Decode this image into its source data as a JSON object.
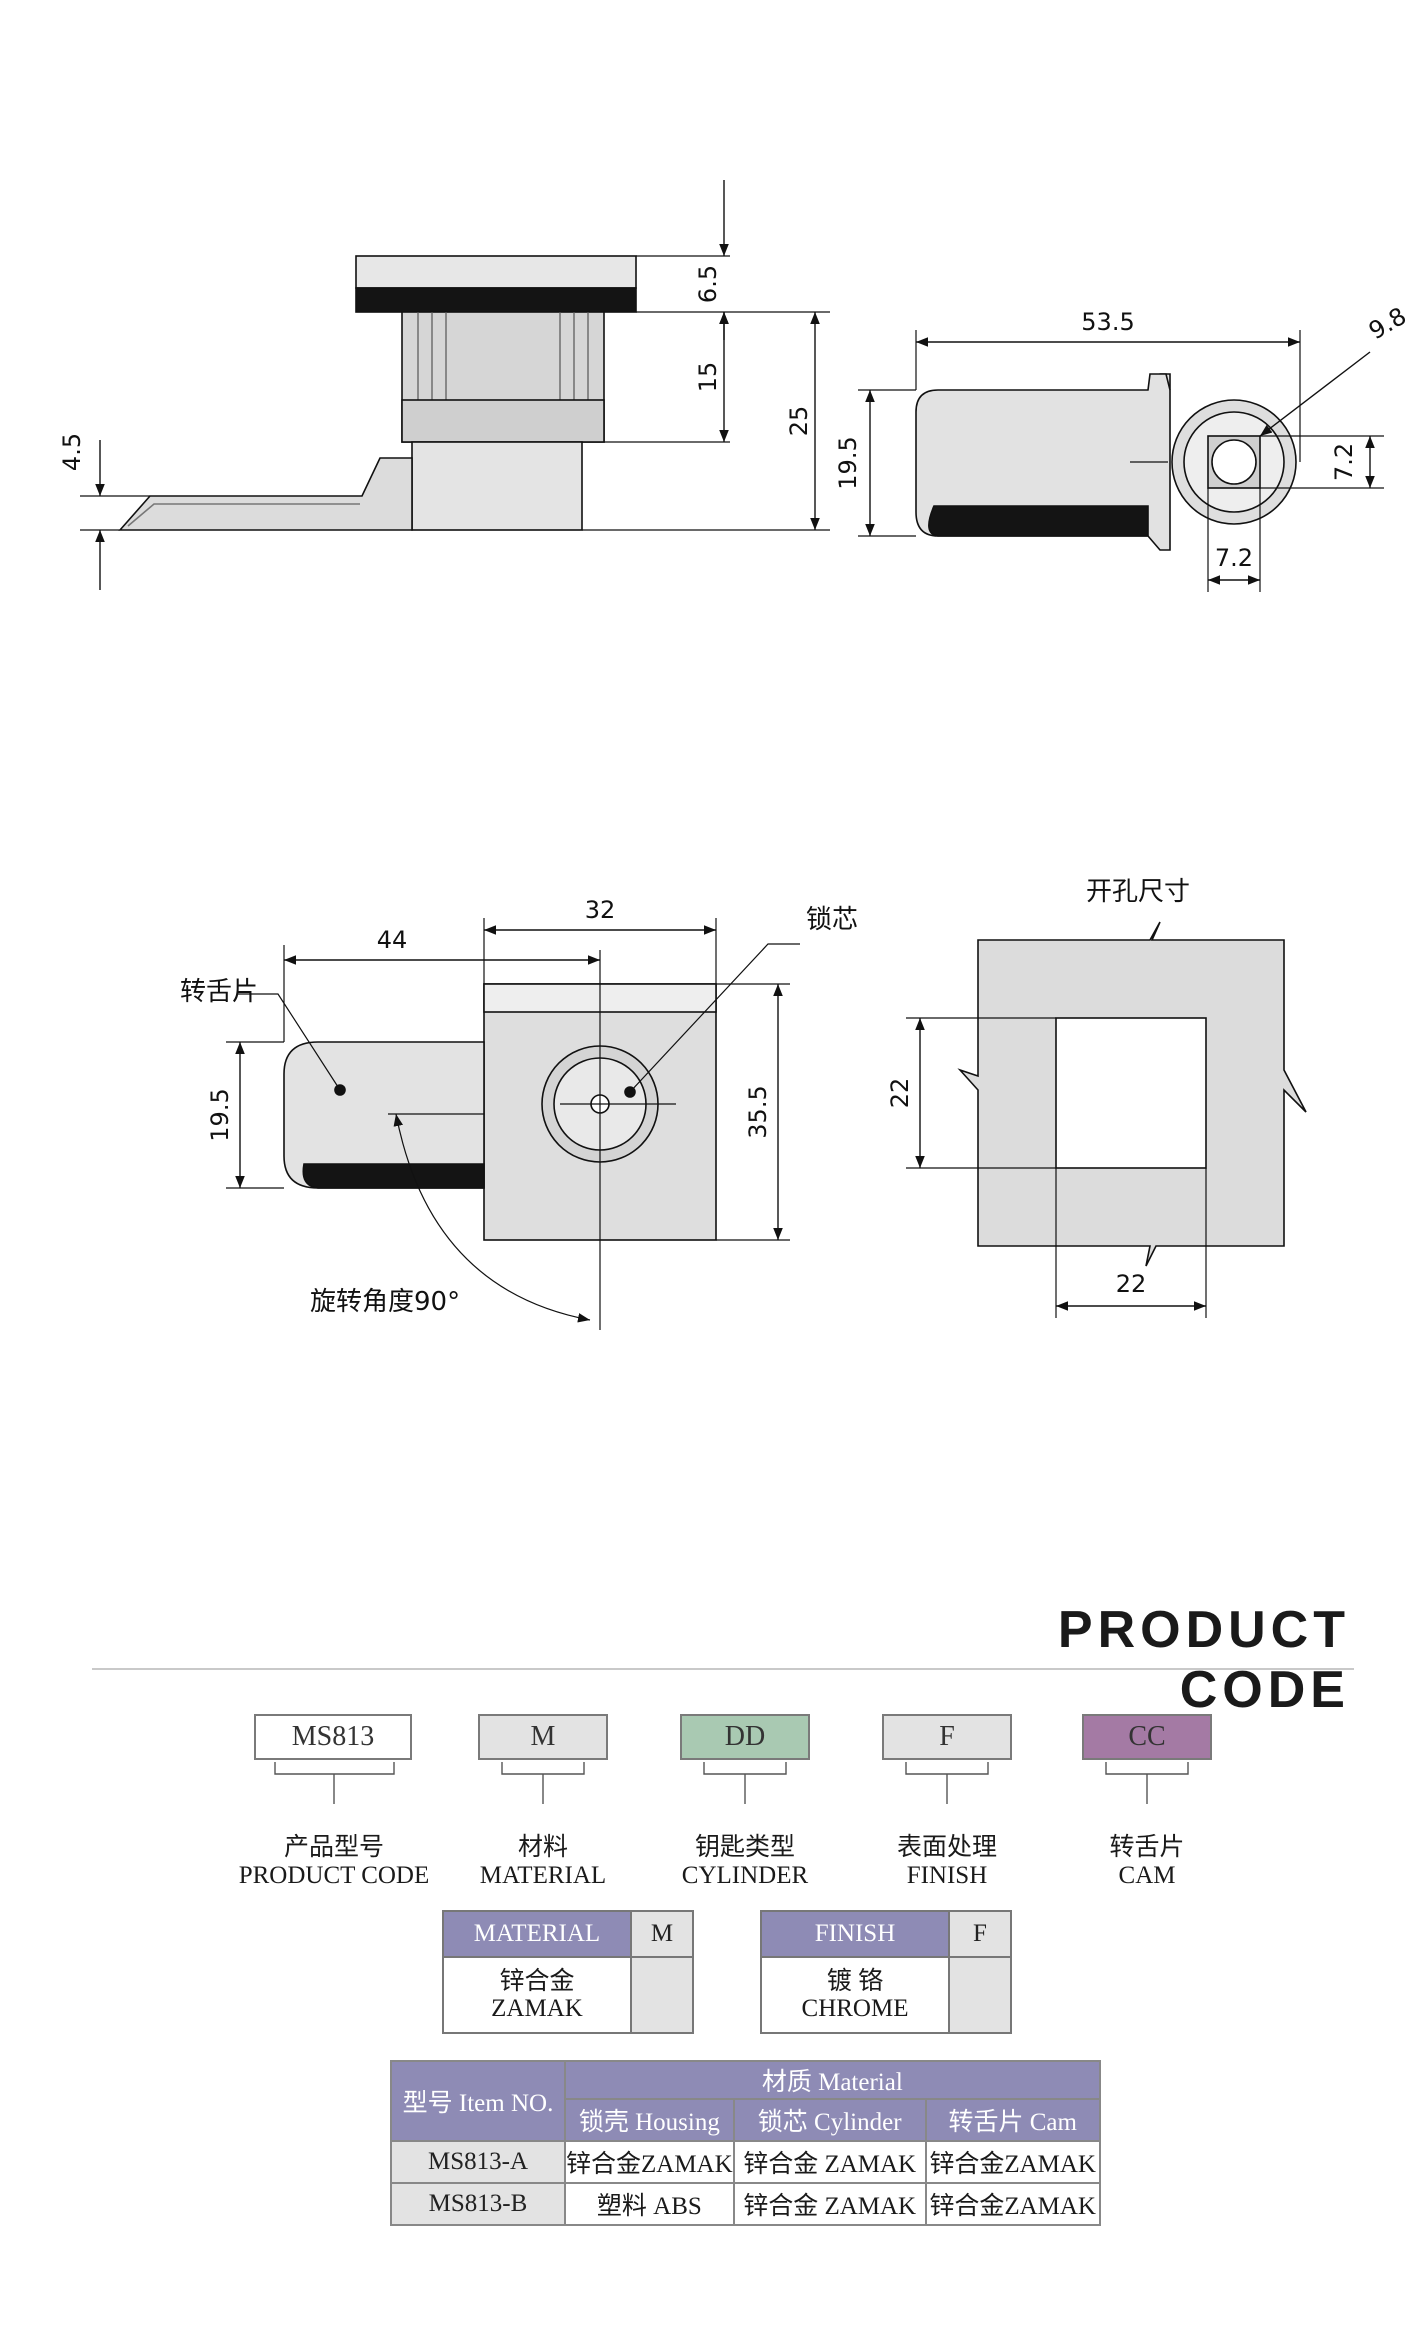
{
  "drawing": {
    "side_view": {
      "dim_top": "6.5",
      "dim_mid": "15",
      "dim_total": "25",
      "dim_cam": "4.5"
    },
    "end_view": {
      "dim_length": "53.5",
      "dim_diameter": "9.8",
      "dim_height": "19.5",
      "dim_square_v": "7.2",
      "dim_square_h": "7.2"
    },
    "front_view": {
      "dim_cam_length": "44",
      "dim_body_width": "32",
      "label_cam": "转舌片",
      "label_cylinder": "锁芯",
      "dim_cam_height": "19.5",
      "dim_body_height": "35.5",
      "label_rotation": "旋转角度90°"
    },
    "cutout": {
      "title": "开孔尺寸",
      "dim_v": "22",
      "dim_h": "22"
    }
  },
  "product_code": {
    "heading": "PRODUCT CODE",
    "codes": [
      {
        "value": "MS813",
        "label_cn": "产品型号",
        "label_en": "PRODUCT CODE",
        "color": "#ffffff"
      },
      {
        "value": "M",
        "label_cn": "材料",
        "label_en": "MATERIAL",
        "color": "#e3e3e3"
      },
      {
        "value": "DD",
        "label_cn": "钥匙类型",
        "label_en": "CYLINDER",
        "color": "#a9c9b2"
      },
      {
        "value": "F",
        "label_cn": "表面处理",
        "label_en": "FINISH",
        "color": "#e3e3e3"
      },
      {
        "value": "CC",
        "label_cn": "转舌片",
        "label_en": "CAM",
        "color": "#a47aa4"
      }
    ],
    "material_table": {
      "header": "MATERIAL",
      "code": "M",
      "option_cn": "锌合金",
      "option_en": "ZAMAK"
    },
    "finish_table": {
      "header": "FINISH",
      "code": "F",
      "option_cn": "镀 铬",
      "option_en": "CHROME"
    }
  },
  "item_table": {
    "col_item": "型号 Item NO.",
    "col_material": "材质 Material",
    "sub_headers": [
      "锁壳 Housing",
      "锁芯 Cylinder",
      "转舌片 Cam"
    ],
    "rows": [
      {
        "item": "MS813-A",
        "housing": "锌合金ZAMAK",
        "cylinder": "锌合金 ZAMAK",
        "cam": "锌合金ZAMAK"
      },
      {
        "item": "MS813-B",
        "housing": "塑料 ABS",
        "cylinder": "锌合金 ZAMAK",
        "cam": "锌合金ZAMAK"
      }
    ]
  },
  "colors": {
    "header_purple": "#8e8bb5",
    "cell_gray": "#e3e3e3",
    "part_gray": "#dcdcdc",
    "dark": "#1a1a1a"
  }
}
